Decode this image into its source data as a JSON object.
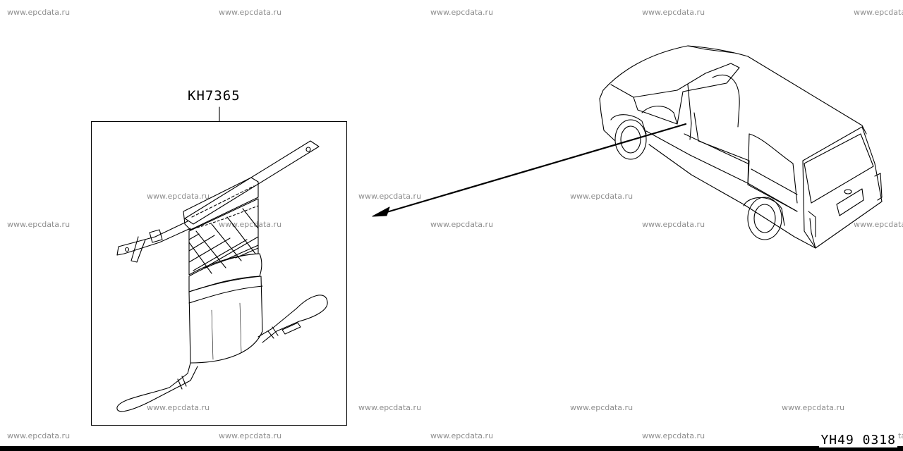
{
  "watermark_text": "www.epcdata.ru",
  "part": {
    "number": "KH7365"
  },
  "diagram_id": "YH49  0318"
}
